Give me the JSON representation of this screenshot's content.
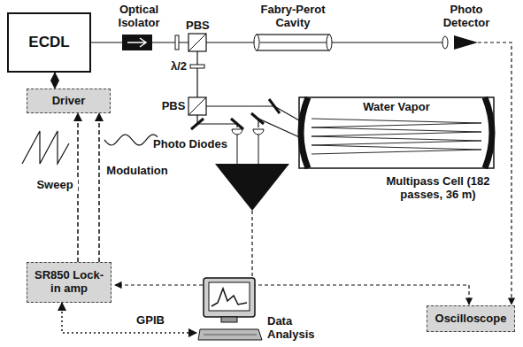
{
  "diagram": {
    "nodes": [
      {
        "text": [
          "ECDL"
        ]
      },
      {
        "text": [
          "Driver"
        ]
      },
      {
        "text": [
          "SR850 Lock-in amp"
        ]
      },
      {
        "text": [
          "Oscilloscope"
        ]
      },
      {
        "text": [
          "Data Analysis"
        ]
      }
    ],
    "edges": [
      {
        "from": 0,
        "to": 1,
        "arrow": "both"
      },
      {
        "from": 2,
        "to": 1,
        "label": "Sweep",
        "arrow": "to"
      },
      {
        "from": 2,
        "to": 1,
        "label": "Modulation",
        "arrow": "to"
      },
      {
        "from": 2,
        "to": 4,
        "label": "GPIB",
        "arrow": "both"
      }
    ],
    "labels": [
      "Optical Isolator",
      "PBS",
      "Fabry-Perot Cavity",
      "Photo Detector",
      "λ/2",
      "PBS",
      "Water Vapor",
      "Photo Diodes",
      "Multipass Cell (182 passes, 36 m)"
    ]
  }
}
